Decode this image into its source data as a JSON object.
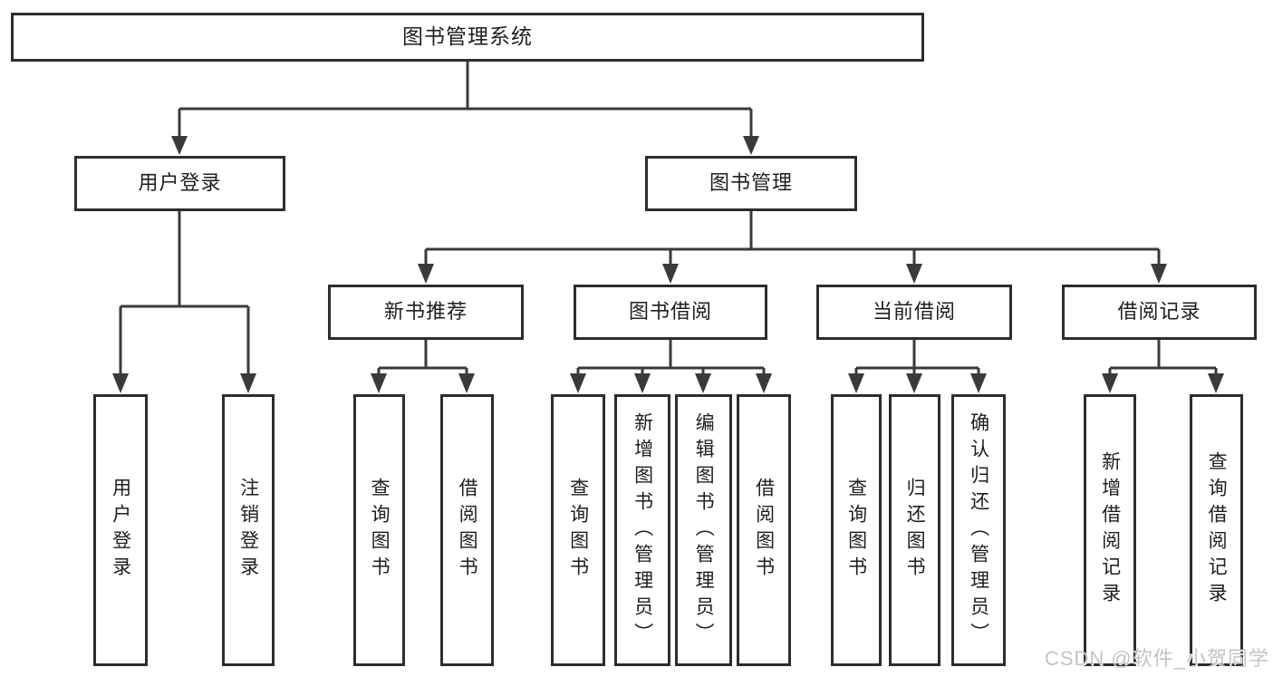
{
  "colors": {
    "border": "#2d2d2d",
    "line": "#3a3a3a",
    "text": "#1e1e1e",
    "background": "#ffffff",
    "watermark": "#c3c3c9"
  },
  "tree": {
    "label": "图书管理系统",
    "children": [
      {
        "label": "用户登录",
        "children": [
          {
            "label": "用户登录"
          },
          {
            "label": "注销登录"
          }
        ]
      },
      {
        "label": "图书管理",
        "children": [
          {
            "label": "新书推荐",
            "children": [
              {
                "label": "查询图书"
              },
              {
                "label": "借阅图书"
              }
            ]
          },
          {
            "label": "图书借阅",
            "children": [
              {
                "label": "查询图书"
              },
              {
                "label": "新增图书（管理员）"
              },
              {
                "label": "编辑图书（管理员）"
              },
              {
                "label": "借阅图书"
              }
            ]
          },
          {
            "label": "当前借阅",
            "children": [
              {
                "label": "查询图书"
              },
              {
                "label": "归还图书"
              },
              {
                "label": "确认归还（管理员）"
              }
            ]
          },
          {
            "label": "借阅记录",
            "children": [
              {
                "label": "新增借阅记录"
              },
              {
                "label": "查询借阅记录"
              }
            ]
          }
        ]
      }
    ]
  },
  "watermark": {
    "text": "CSDN @软件_小贺同学"
  }
}
